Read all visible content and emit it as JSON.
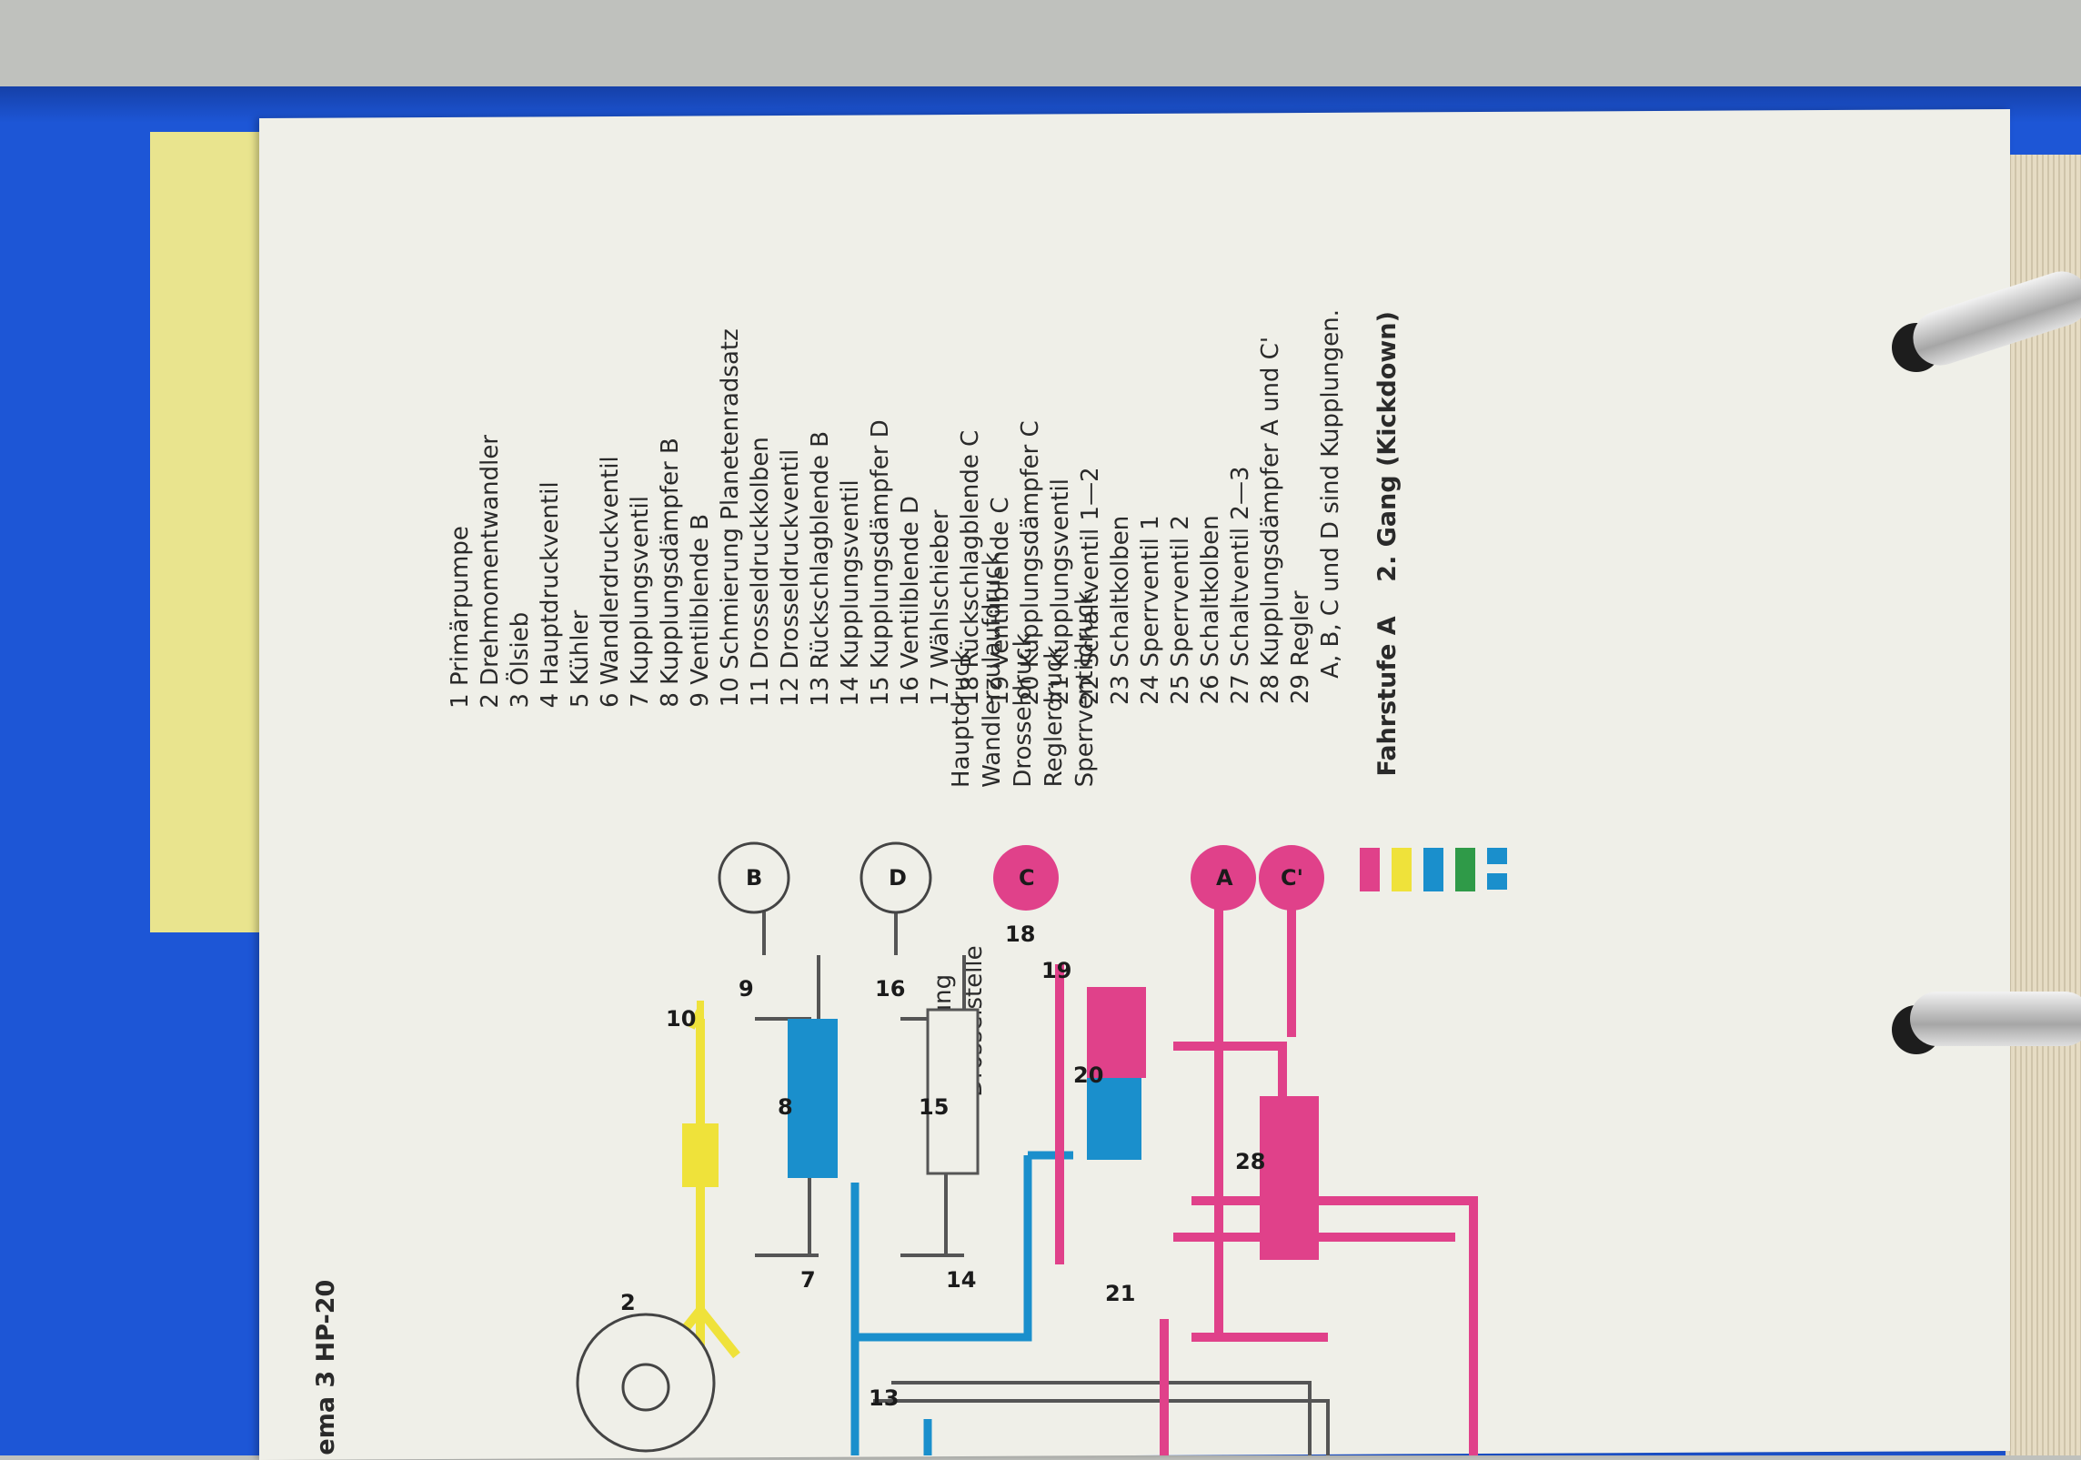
{
  "document": {
    "title_fragment": "ema 3 HP-20",
    "legend": [
      "1 Primärpumpe",
      "2 Drehmomentwandler",
      "3 Ölsieb",
      "4 Hauptdruckventil",
      "5 Kühler",
      "6 Wandlerdruckventil",
      "7 Kupplungsventil",
      "8 Kupplungsdämpfer B",
      "9 Ventilblende B",
      "10 Schmierung Planetenradsatz",
      "11 Drosseldruckkolben",
      "12 Drosseldruckventil",
      "13 Rückschlagblende B",
      "14 Kupplungsventil",
      "15 Kupplungsdämpfer D",
      "16 Ventilblende D",
      "17 Wählschieber",
      "18 Rückschlagblende C",
      "19 Ventilblende C",
      "20 Kupplungsdämpfer C",
      "21 Kupplungsventil",
      "22 Schaltventil 1—2",
      "23 Schaltkolben",
      "24 Sperrventil 1",
      "25 Sperrventil 2",
      "26 Schaltkolben",
      "27 Schaltventil 2—3",
      "28 Kupplungsdämpfer A und C'",
      "29 Regler",
      "A, B, C und D sind Kupplungen."
    ],
    "pressure_key": [
      {
        "label": "Hauptdruck",
        "color": "#e0418a"
      },
      {
        "label": "Wandlerzulaufdruck",
        "color": "#efe23a"
      },
      {
        "label": "Drosseldruck",
        "color": "#1a8fcc"
      },
      {
        "label": "Reglerdruck",
        "color": "#2f9a48"
      },
      {
        "label": "Sperrventildruck",
        "color": "#1a8fcc"
      }
    ],
    "symbols": [
      "Entlüftung",
      "Drosselstelle"
    ],
    "caption_prefix": "Fahrstufe A",
    "caption_main": "2. Gang (Kickdown)",
    "diagram_labels": {
      "n2": "2",
      "n7": "7",
      "n8": "8",
      "n9": "9",
      "n10": "10",
      "n13": "13",
      "n14": "14",
      "n15": "15",
      "n16": "16",
      "n18": "18",
      "n19": "19",
      "n20": "20",
      "n21": "21",
      "n28": "28",
      "clutch_b": "B",
      "clutch_d": "D",
      "clutch_c": "C",
      "clutch_a": "A",
      "clutch_c2": "C'"
    }
  },
  "colors": {
    "binder": "#1d56d6",
    "tab": "#e9e48e",
    "page": "#efefe8",
    "haupt": "#e0418a",
    "wandler": "#efe23a",
    "drossel": "#1a8fcc"
  }
}
